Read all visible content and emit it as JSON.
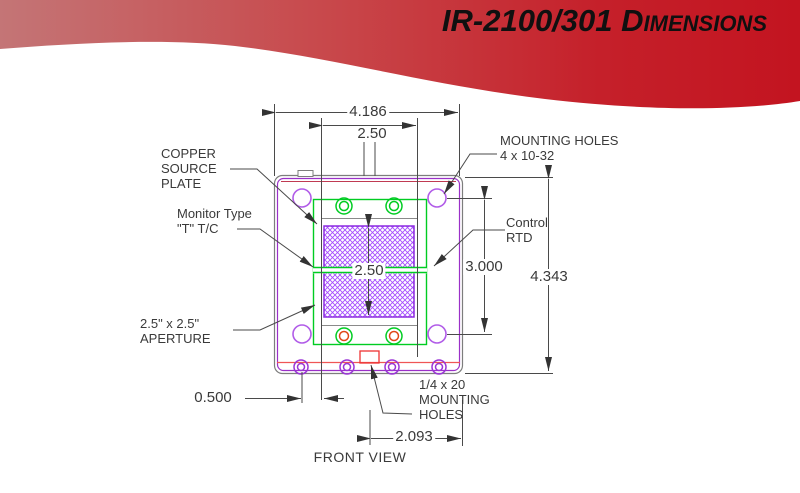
{
  "title": {
    "model": "IR-2100/301 ",
    "word": "Dimensions"
  },
  "dimensions": {
    "overall_width": "4.186",
    "aperture_width": "2.50",
    "aperture_height": "2.50",
    "hole_spacing_vertical": "3.000",
    "overall_height": "4.343",
    "edge_offset": "0.500",
    "bottom_hole_offset": "2.093"
  },
  "labels": {
    "copper_plate": "COPPER SOURCE PLATE",
    "monitor_tc": "Monitor Type \"T\" T/C",
    "control_rtd": "Control RTD",
    "top_mounting_holes": "MOUNTING HOLES 4 x 10-32",
    "aperture": "2.5\" x 2.5\" APERTURE",
    "bottom_mounting_holes": "1/4 x 20 MOUNTING HOLES",
    "view": "FRONT VIEW"
  },
  "colors": {
    "banner_left": "#c47576",
    "banner_right": "#c31420",
    "plate_green": "#00cc22",
    "hatch_purple": "#9933ff",
    "hole_violet": "#b15ce8",
    "strip_hole_purple": "#9933cc",
    "marker_red": "#ee3333",
    "line_gray": "#4a4a4a"
  }
}
